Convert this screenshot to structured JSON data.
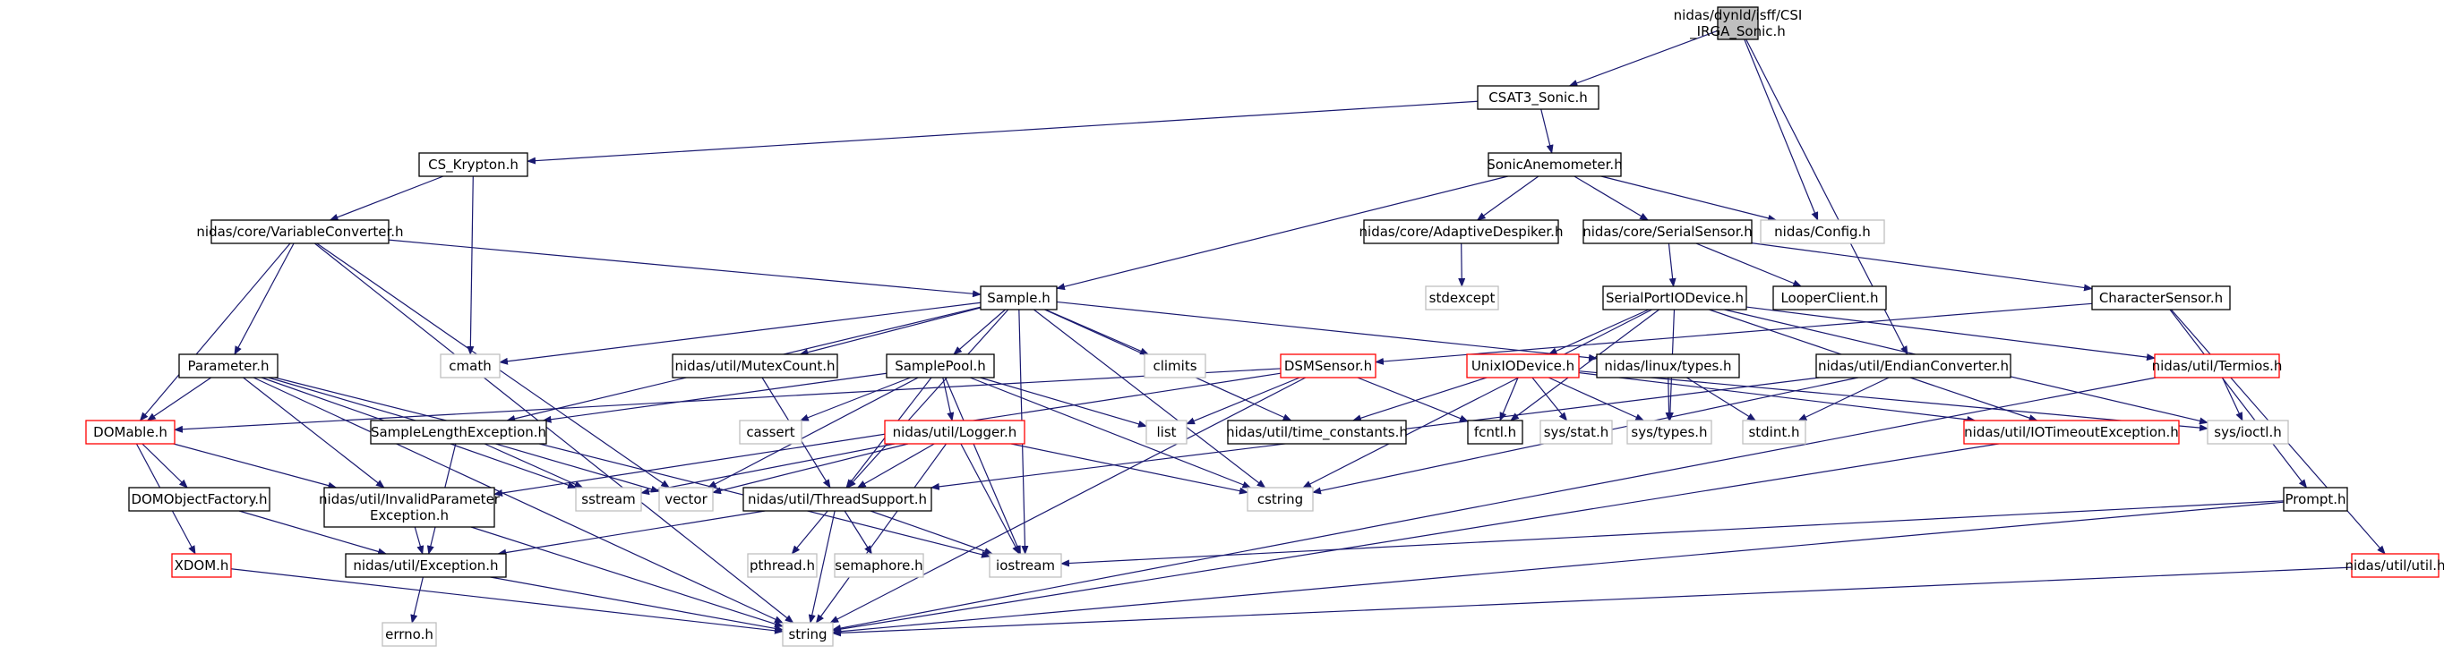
{
  "colors": {
    "edge": "#191970",
    "border_default": "#000000",
    "border_truncated": "#ff0000",
    "border_external": "#bfbfbf",
    "fill_root": "#bfbfbf",
    "fill_default": "#ffffff"
  },
  "nodes": [
    {
      "id": "root",
      "label": "nidas/dynld/isff/CSI\n_IRGA_Sonic.h",
      "kind": "root"
    },
    {
      "id": "csat3",
      "label": "CSAT3_Sonic.h",
      "kind": "default"
    },
    {
      "id": "cskrypton",
      "label": "CS_Krypton.h",
      "kind": "default"
    },
    {
      "id": "sonicanem",
      "label": "SonicAnemometer.h",
      "kind": "default"
    },
    {
      "id": "varconv",
      "label": "nidas/core/VariableConverter.h",
      "kind": "default"
    },
    {
      "id": "despiker",
      "label": "nidas/core/AdaptiveDespiker.h",
      "kind": "default"
    },
    {
      "id": "serialsensor",
      "label": "nidas/core/SerialSensor.h",
      "kind": "default"
    },
    {
      "id": "config",
      "label": "nidas/Config.h",
      "kind": "external"
    },
    {
      "id": "stdexcept",
      "label": "stdexcept",
      "kind": "external"
    },
    {
      "id": "serialport",
      "label": "SerialPortIODevice.h",
      "kind": "default"
    },
    {
      "id": "looper",
      "label": "LooperClient.h",
      "kind": "default"
    },
    {
      "id": "charsensor",
      "label": "CharacterSensor.h",
      "kind": "default"
    },
    {
      "id": "sample",
      "label": "Sample.h",
      "kind": "default"
    },
    {
      "id": "parameter",
      "label": "Parameter.h",
      "kind": "default"
    },
    {
      "id": "cmath",
      "label": "cmath",
      "kind": "external"
    },
    {
      "id": "mutexcount",
      "label": "nidas/util/MutexCount.h",
      "kind": "default"
    },
    {
      "id": "samplepool",
      "label": "SamplePool.h",
      "kind": "default"
    },
    {
      "id": "climits",
      "label": "climits",
      "kind": "external"
    },
    {
      "id": "dsmsensor",
      "label": "DSMSensor.h",
      "kind": "truncated"
    },
    {
      "id": "unixio",
      "label": "UnixIODevice.h",
      "kind": "truncated"
    },
    {
      "id": "linuxtypes",
      "label": "nidas/linux/types.h",
      "kind": "default"
    },
    {
      "id": "endianconv",
      "label": "nidas/util/EndianConverter.h",
      "kind": "default"
    },
    {
      "id": "termios",
      "label": "nidas/util/Termios.h",
      "kind": "truncated"
    },
    {
      "id": "domable",
      "label": "DOMable.h",
      "kind": "truncated"
    },
    {
      "id": "samplelenexc",
      "label": "SampleLengthException.h",
      "kind": "default"
    },
    {
      "id": "cassert",
      "label": "cassert",
      "kind": "external"
    },
    {
      "id": "list",
      "label": "list",
      "kind": "external"
    },
    {
      "id": "timeconst",
      "label": "nidas/util/time_constants.h",
      "kind": "default"
    },
    {
      "id": "fcntl",
      "label": "fcntl.h",
      "kind": "default"
    },
    {
      "id": "sysstat",
      "label": "sys/stat.h",
      "kind": "external"
    },
    {
      "id": "systypes",
      "label": "sys/types.h",
      "kind": "external"
    },
    {
      "id": "stdint",
      "label": "stdint.h",
      "kind": "external"
    },
    {
      "id": "systioctl",
      "label": "sys/ioctl.h",
      "kind": "external"
    },
    {
      "id": "logger",
      "label": "nidas/util/Logger.h",
      "kind": "truncated"
    },
    {
      "id": "iotimeout",
      "label": "nidas/util/IOTimeoutException.h",
      "kind": "truncated"
    },
    {
      "id": "domfactory",
      "label": "DOMObjectFactory.h",
      "kind": "default"
    },
    {
      "id": "invalidparam",
      "label": "nidas/util/InvalidParameter\nException.h",
      "kind": "default"
    },
    {
      "id": "sstream",
      "label": "sstream",
      "kind": "external"
    },
    {
      "id": "vector",
      "label": "vector",
      "kind": "external"
    },
    {
      "id": "threadsupport",
      "label": "nidas/util/ThreadSupport.h",
      "kind": "default"
    },
    {
      "id": "cstring",
      "label": "cstring",
      "kind": "external"
    },
    {
      "id": "prompt",
      "label": "Prompt.h",
      "kind": "default"
    },
    {
      "id": "xdom",
      "label": "XDOM.h",
      "kind": "truncated"
    },
    {
      "id": "exception",
      "label": "nidas/util/Exception.h",
      "kind": "default"
    },
    {
      "id": "pthread",
      "label": "pthread.h",
      "kind": "external"
    },
    {
      "id": "semaphore",
      "label": "semaphore.h",
      "kind": "external"
    },
    {
      "id": "iostream",
      "label": "iostream",
      "kind": "external"
    },
    {
      "id": "utilh",
      "label": "nidas/util/util.h",
      "kind": "truncated"
    },
    {
      "id": "errno",
      "label": "errno.h",
      "kind": "external"
    },
    {
      "id": "string",
      "label": "string",
      "kind": "external"
    }
  ],
  "edges": [
    [
      "root",
      "csat3"
    ],
    [
      "root",
      "config"
    ],
    [
      "root",
      "endianconv"
    ],
    [
      "csat3",
      "cskrypton"
    ],
    [
      "csat3",
      "sonicanem"
    ],
    [
      "cskrypton",
      "varconv"
    ],
    [
      "cskrypton",
      "cmath"
    ],
    [
      "sonicanem",
      "sample"
    ],
    [
      "sonicanem",
      "despiker"
    ],
    [
      "sonicanem",
      "serialsensor"
    ],
    [
      "sonicanem",
      "config"
    ],
    [
      "despiker",
      "stdexcept"
    ],
    [
      "serialsensor",
      "serialport"
    ],
    [
      "serialsensor",
      "looper"
    ],
    [
      "serialsensor",
      "charsensor"
    ],
    [
      "varconv",
      "sample"
    ],
    [
      "varconv",
      "parameter"
    ],
    [
      "varconv",
      "domable"
    ],
    [
      "varconv",
      "string"
    ],
    [
      "varconv",
      "vector"
    ],
    [
      "charsensor",
      "dsmsensor"
    ],
    [
      "charsensor",
      "prompt"
    ],
    [
      "charsensor",
      "utilh"
    ],
    [
      "serialport",
      "unixio"
    ],
    [
      "serialport",
      "termios"
    ],
    [
      "serialport",
      "iotimeout"
    ],
    [
      "serialport",
      "fcntl"
    ],
    [
      "serialport",
      "systypes"
    ],
    [
      "serialport",
      "systioctl"
    ],
    [
      "serialport",
      "cstring"
    ],
    [
      "sample",
      "cmath"
    ],
    [
      "sample",
      "mutexcount"
    ],
    [
      "sample",
      "samplepool"
    ],
    [
      "sample",
      "climits"
    ],
    [
      "sample",
      "linuxtypes"
    ],
    [
      "sample",
      "samplelenexc"
    ],
    [
      "sample",
      "threadsupport"
    ],
    [
      "sample",
      "timeconst"
    ],
    [
      "sample",
      "cstring"
    ],
    [
      "sample",
      "iostream"
    ],
    [
      "parameter",
      "domable"
    ],
    [
      "parameter",
      "string"
    ],
    [
      "parameter",
      "sstream"
    ],
    [
      "parameter",
      "vector"
    ],
    [
      "parameter",
      "invalidparam"
    ],
    [
      "parameter",
      "iostream"
    ],
    [
      "mutexcount",
      "threadsupport"
    ],
    [
      "samplepool",
      "samplelenexc"
    ],
    [
      "samplepool",
      "list"
    ],
    [
      "samplepool",
      "cassert"
    ],
    [
      "samplepool",
      "logger"
    ],
    [
      "samplepool",
      "threadsupport"
    ],
    [
      "samplepool",
      "vector"
    ],
    [
      "samplepool",
      "iostream"
    ],
    [
      "samplepool",
      "cstring"
    ],
    [
      "dsmsensor",
      "list"
    ],
    [
      "dsmsensor",
      "domable"
    ],
    [
      "dsmsensor",
      "string"
    ],
    [
      "dsmsensor",
      "invalidparam"
    ],
    [
      "dsmsensor",
      "fcntl"
    ],
    [
      "unixio",
      "timeconst"
    ],
    [
      "unixio",
      "fcntl"
    ],
    [
      "unixio",
      "sysstat"
    ],
    [
      "unixio",
      "systypes"
    ],
    [
      "unixio",
      "iotimeout"
    ],
    [
      "unixio",
      "systioctl"
    ],
    [
      "linuxtypes",
      "systypes"
    ],
    [
      "linuxtypes",
      "stdint"
    ],
    [
      "endianconv",
      "stdint"
    ],
    [
      "endianconv",
      "threadsupport"
    ],
    [
      "endianconv",
      "cstring"
    ],
    [
      "termios",
      "systioctl"
    ],
    [
      "termios",
      "string"
    ],
    [
      "domable",
      "domfactory"
    ],
    [
      "domable",
      "xdom"
    ],
    [
      "domable",
      "invalidparam"
    ],
    [
      "samplelenexc",
      "exception"
    ],
    [
      "samplelenexc",
      "sstream"
    ],
    [
      "logger",
      "threadsupport"
    ],
    [
      "logger",
      "sstream"
    ],
    [
      "logger",
      "cstring"
    ],
    [
      "logger",
      "iostream"
    ],
    [
      "logger",
      "string"
    ],
    [
      "logger",
      "vector"
    ],
    [
      "iotimeout",
      "string"
    ],
    [
      "domfactory",
      "exception"
    ],
    [
      "invalidparam",
      "exception"
    ],
    [
      "invalidparam",
      "string"
    ],
    [
      "threadsupport",
      "exception"
    ],
    [
      "threadsupport",
      "pthread"
    ],
    [
      "threadsupport",
      "semaphore"
    ],
    [
      "threadsupport",
      "iostream"
    ],
    [
      "threadsupport",
      "string"
    ],
    [
      "prompt",
      "iostream"
    ],
    [
      "prompt",
      "string"
    ],
    [
      "xdom",
      "string"
    ],
    [
      "exception",
      "errno"
    ],
    [
      "exception",
      "string"
    ],
    [
      "utilh",
      "string"
    ]
  ]
}
